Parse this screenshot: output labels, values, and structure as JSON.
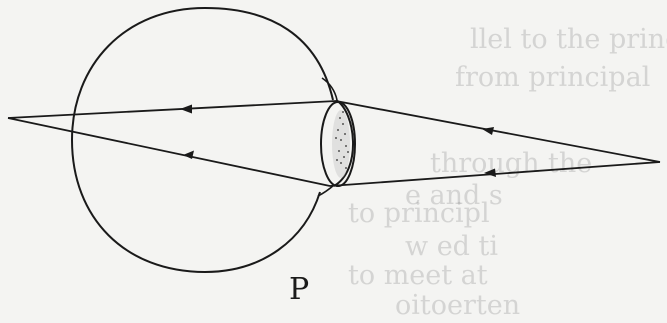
{
  "figure": {
    "label": "P",
    "ink_color": "#1a1a1a",
    "background_color": "#f4f4f2",
    "show_through_color": "#9a9a9a"
  },
  "show_through_text": [
    "llel to the principal",
    "from principal",
    "through the",
    "e and s",
    "to principl",
    "w ed ti",
    "to meet at",
    "oitoerten"
  ]
}
